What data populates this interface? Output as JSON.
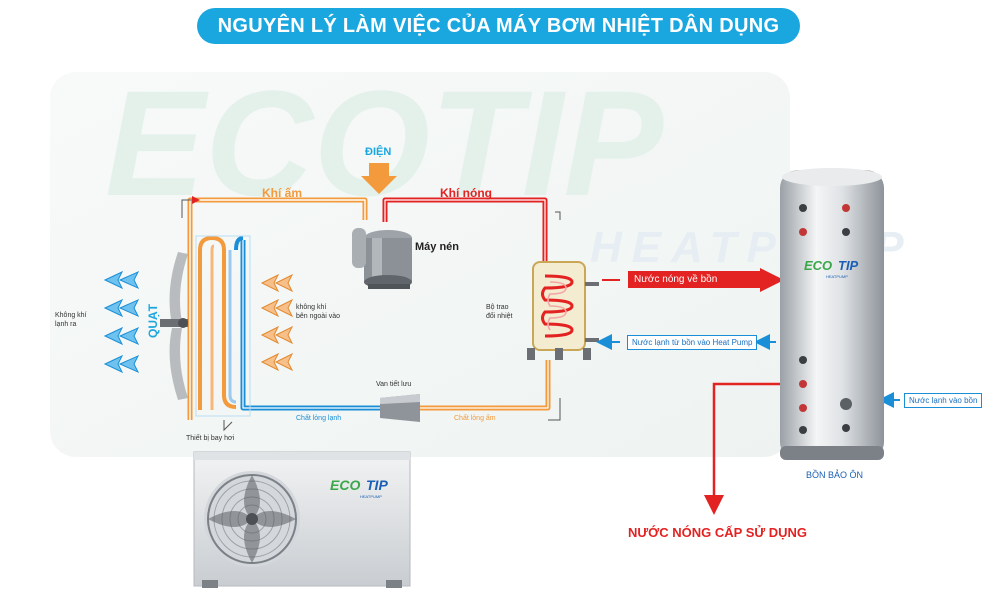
{
  "title": "NGUYÊN LÝ LÀM VIỆC CỦA MÁY BƠM NHIỆT DÂN DỤNG",
  "watermark": {
    "brand": "ECOTIP",
    "sub": "HEATPUMP"
  },
  "labels": {
    "dien": "ĐIỆN",
    "khi_am": "Khí ấm",
    "khi_nong": "Khí nóng",
    "may_nen": "Máy nén",
    "bo_trao_1": "Bộ trao",
    "bo_trao_2": "đổi nhiệt",
    "quat": "QUẠT",
    "kk_lanh_1": "Không khí",
    "kk_lanh_2": "lạnh ra",
    "kk_ngoai_1": "không khí",
    "kk_ngoai_2": "bên ngoài vào",
    "van_tiet_luu": "Van tiết lưu",
    "chat_long_lanh": "Chất lỏng lạnh",
    "chat_long_am": "Chất lỏng ấm",
    "thiet_bi_bay_hoi": "Thiết bị bay hơi",
    "nuoc_nong_ve_bon": "Nước nóng về bồn",
    "nuoc_lanh_tu_bon": "Nước lạnh từ bồn vào Heat Pump",
    "nuoc_lanh_vao_bon": "Nước lạnh vào bồn",
    "bon_bao_on": "BỒN BẢO ÔN",
    "nuoc_nong_cap": "NƯỚC NÓNG CẤP SỬ DỤNG"
  },
  "logo": {
    "eco": "ECO",
    "tip": "TIP",
    "sub": "HEATPUMP"
  },
  "colors": {
    "title_bg": "#1aa7e0",
    "warm_orange": "#f39a3c",
    "hot_red": "#e32222",
    "cold_blue": "#1a8fd8",
    "watermark": "#e6f3ec"
  }
}
